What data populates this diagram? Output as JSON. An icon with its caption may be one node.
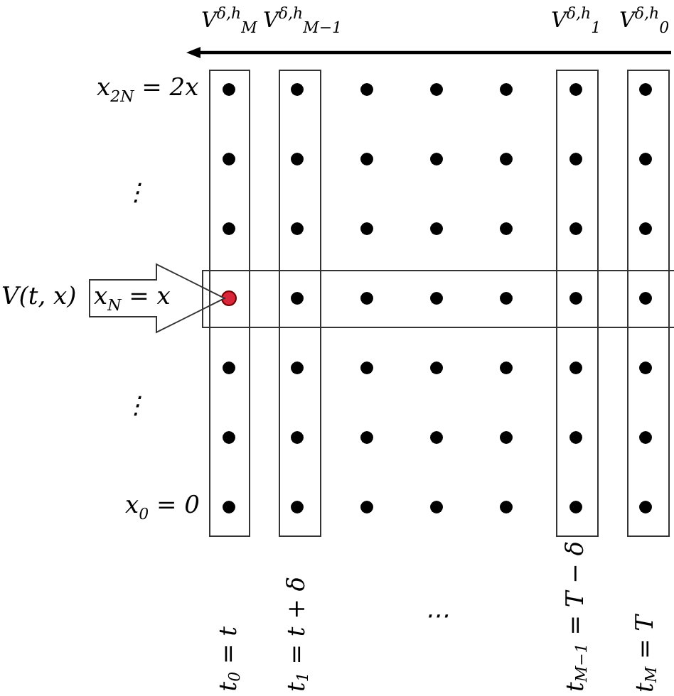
{
  "diagram": {
    "nodes": [
      {
        "text": [
          "x$_{N}$ = x"
        ],
        "beside": [
          "V(t, x)"
        ]
      },
      {
        "text": [],
        "shape": "box"
      },
      {
        "text": [],
        "shape": "box"
      },
      {
        "text": [],
        "shape": "box"
      },
      {
        "text": [],
        "shape": "box"
      },
      {
        "text": [],
        "shape": "box"
      }
    ],
    "labels": [
      "V$^{δ,h}$$_{M}$",
      "V$^{δ,h}$$_{M−1}$",
      "V$^{δ,h}$$_{1}$",
      "V$^{δ,h}$$_{0}$",
      "x$_{2N}$ = 2x",
      "⋮",
      "⋮",
      "x$_{0}$ = 0",
      "t$_{0}$ = t",
      "t$_{1}$ = t + δ",
      "⋯",
      "t$_{M−1}$ = T − δ",
      "t$_{M}$ = T"
    ]
  }
}
